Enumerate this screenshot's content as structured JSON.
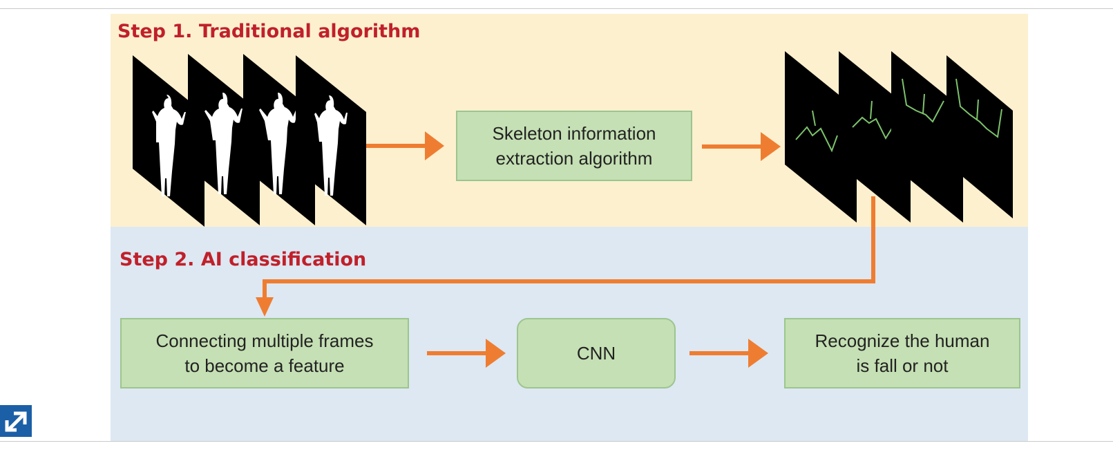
{
  "step1": {
    "title": "Step 1. Traditional algorithm"
  },
  "step2": {
    "title": "Step 2. AI classification"
  },
  "boxes": {
    "skeleton": "Skeleton information\nextraction algorithm",
    "connect": "Connecting multiple frames\nto become a feature",
    "cnn": "CNN",
    "recognize": "Recognize the human\nis fall or not"
  },
  "colors": {
    "title_red": "#c0202a",
    "step1_bg": "#fdf0cf",
    "step2_bg": "#dde8f3",
    "box_fill": "#c5e0b4",
    "arrow_orange": "#ef7d31",
    "skeleton_green": "#7cc36b"
  },
  "icons": {
    "expand": "expand-arrow-icon"
  }
}
